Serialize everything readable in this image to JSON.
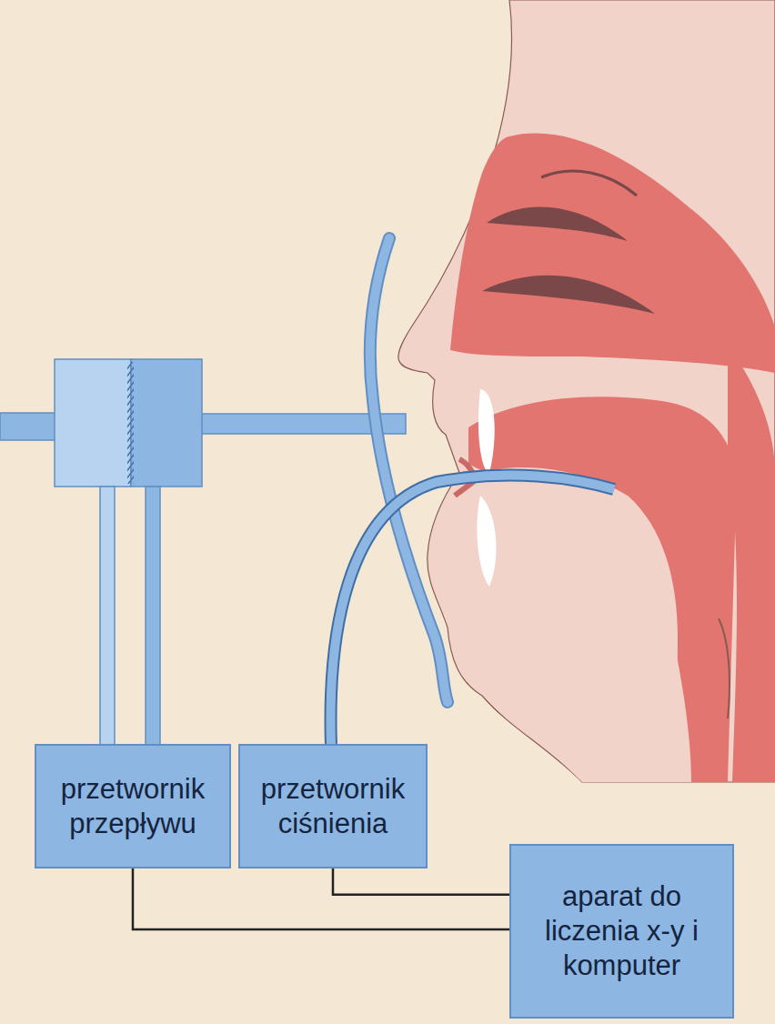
{
  "diagram": {
    "nodes": [
      {
        "text": [
          "przetwornik przepływu"
        ]
      },
      {
        "text": [
          "przetwornik ciśnienia"
        ]
      },
      {
        "text": [
          "aparat do liczenia x-y i komputer"
        ]
      }
    ],
    "edges": [
      {
        "from": 0,
        "to": 2,
        "arrow": "none"
      },
      {
        "from": 1,
        "to": 2,
        "arrow": "none"
      }
    ]
  }
}
